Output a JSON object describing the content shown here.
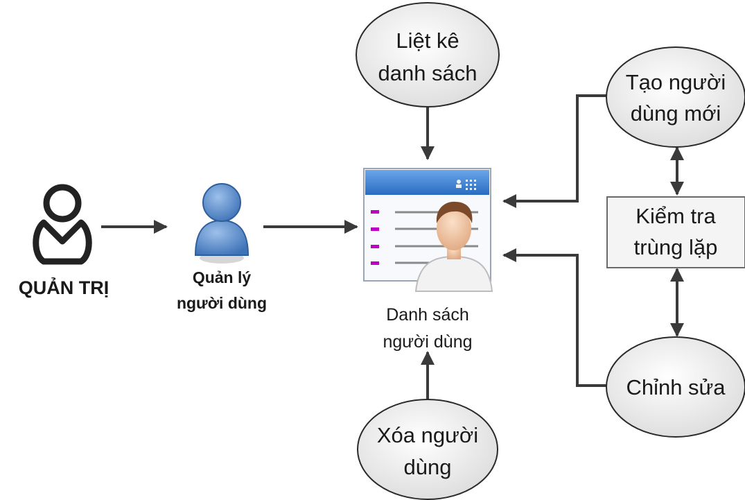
{
  "actors": {
    "admin": {
      "label": "QUẢN TRỊ"
    },
    "user_manager": {
      "label_line1": "Quản lý",
      "label_line2": "người dùng"
    }
  },
  "center": {
    "label_line1": "Danh sách",
    "label_line2": "người dùng"
  },
  "nodes": {
    "list": {
      "line1": "Liệt kê",
      "line2": "danh sách"
    },
    "create": {
      "line1": "Tạo người",
      "line2": "dùng mới"
    },
    "check": {
      "line1": "Kiểm tra",
      "line2": "trùng lặp"
    },
    "edit": {
      "line1": "Chỉnh sửa"
    },
    "delete": {
      "line1": "Xóa người",
      "line2": "dùng"
    }
  },
  "colors": {
    "line": "#3a3a3a",
    "ellipse_fill": "#ececec",
    "window_header": "#3a7fd0",
    "bullet": "#c000c0",
    "avatar_blue": "#5b8fcf"
  },
  "icons": [
    "admin-person-icon",
    "user-manager-icon",
    "user-list-icon"
  ]
}
